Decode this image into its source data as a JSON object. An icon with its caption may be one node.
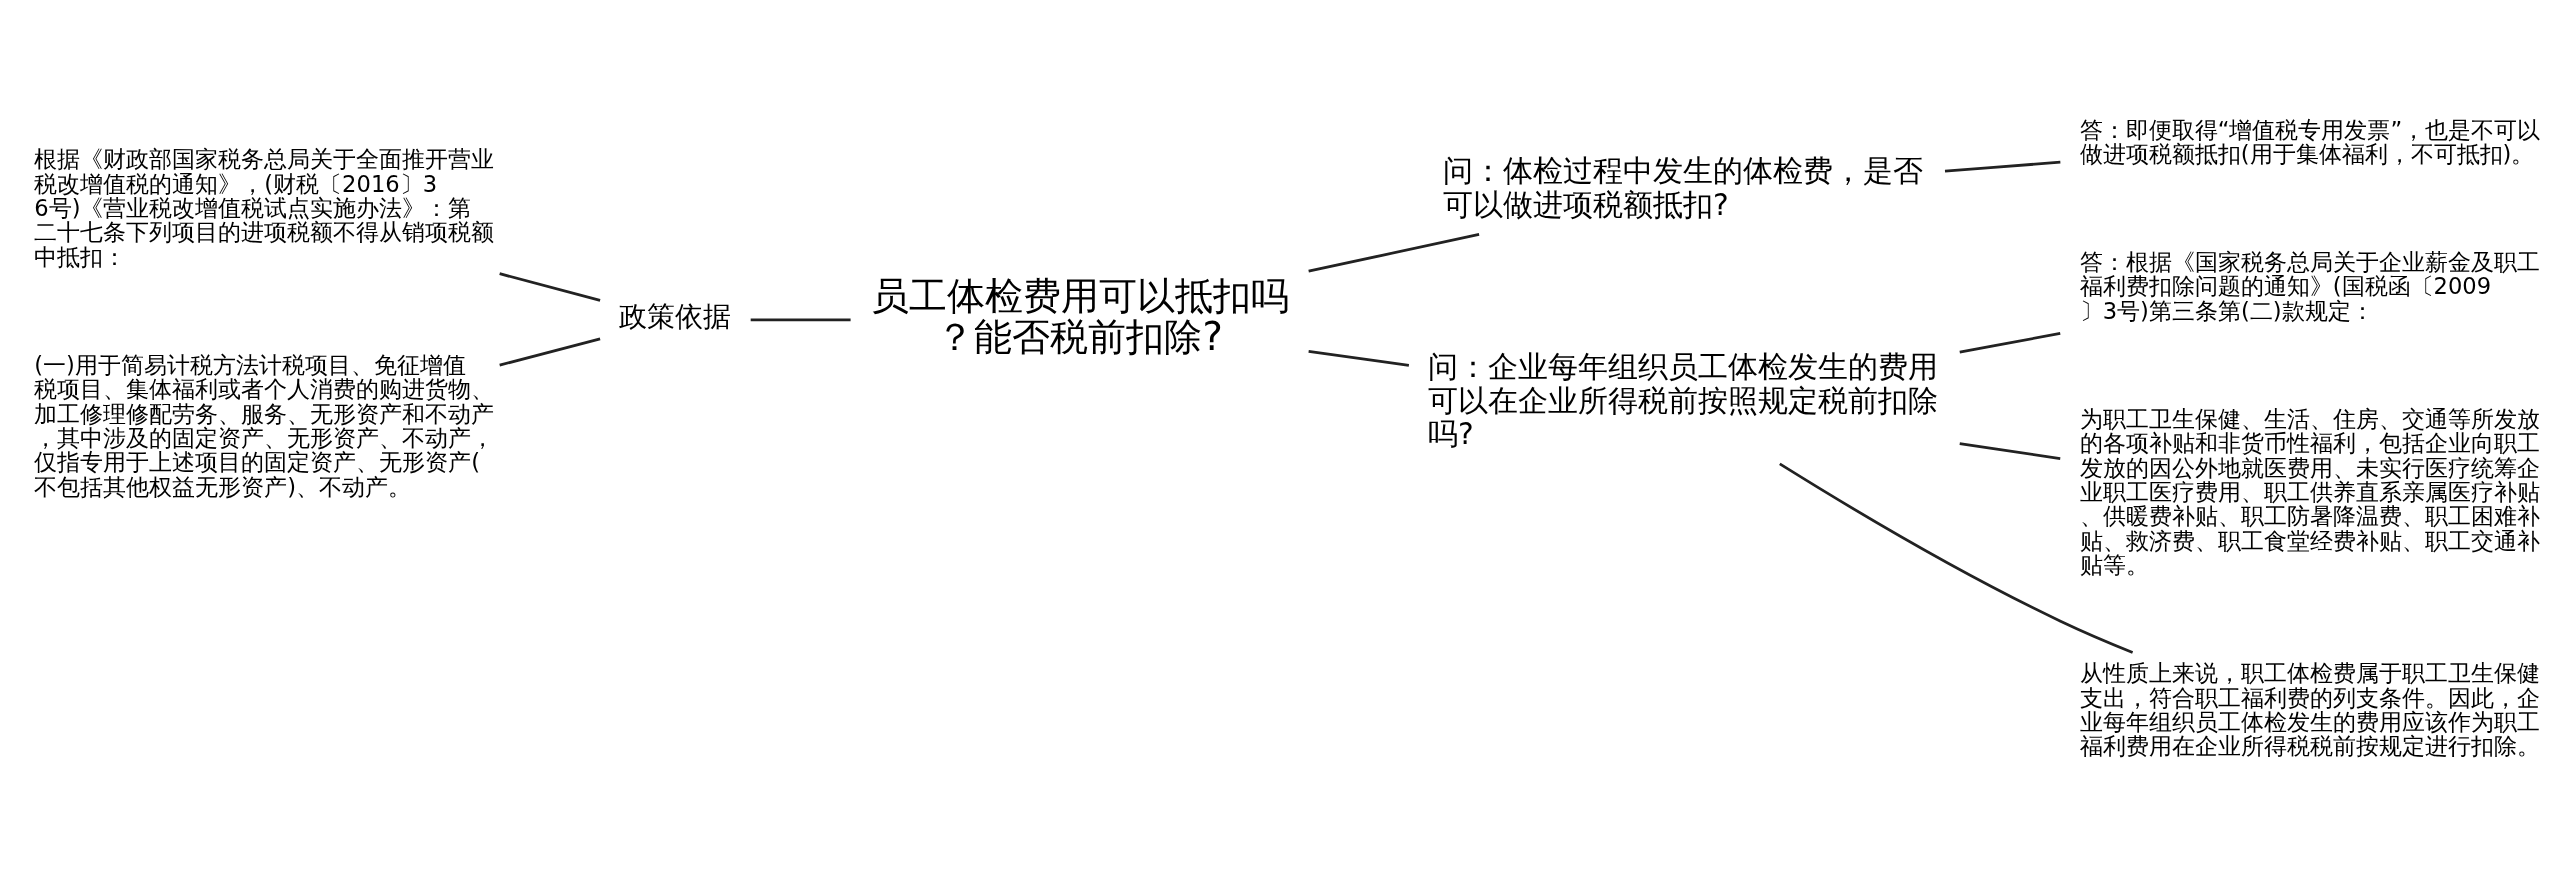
{
  "diagram": {
    "nodes": [
      {
        "text": [
          "员工体检费用可以抵扣吗？能否税前扣除?"
        ]
      },
      {
        "text": [
          "政策依据"
        ]
      },
      {
        "text": [
          "根据《财政部国家税务总局关于全面推开营业税改增值税的通知》，(财税〔2016〕36号)《营业税改增值税试点实施办法》：第二十七条下列项目的进项税额不得从销项税额中抵扣："
        ]
      },
      {
        "text": [
          "(一)用于简易计税方法计税项目、免征增值税项目、集体福利或者个人消费的购进货物、加工修理修配劳务、服务、无形资产和不动产，其中涉及的固定资产、无形资产、不动产，仅指专用于上述项目的固定资产、无形资产(不包括其他权益无形资产)、不动产。"
        ]
      },
      {
        "text": [
          "问：体检过程中发生的体检费，是否可以做进项税额抵扣?"
        ]
      },
      {
        "text": [
          "答：即便取得“增值税专用发票”，也是不可以做进项税额抵扣(用于集体福利，不可抵扣)。"
        ]
      },
      {
        "text": [
          "问：企业每年组织员工体检发生的费用可以在企业所得税前按照规定税前扣除吗?"
        ]
      },
      {
        "text": [
          "答：根据《国家税务总局关于企业薪金及职工福利费扣除问题的通知》(国税函〔2009〕3号)第三条第(二)款规定："
        ]
      },
      {
        "text": [
          "为职工卫生保健、生活、住房、交通等所发放的各项补贴和非货币性福利，包括企业向职工发放的因公外地就医费用、未实行医疗统筹企业职工医疗费用、职工供养直系亲属医疗补贴、供暖费补贴、职工防暑降温费、职工困难补贴、救济费、职工食堂经费补贴、职工交通补贴等。"
        ]
      },
      {
        "text": [
          "从性质上来说，职工体检费属于职工卫生保健支出，符合职工福利费的列支条件。因此，企业每年组织员工体检发生的费用应该作为职工福利费用在企业所得税税前按规定进行扣除。"
        ]
      }
    ],
    "edges": [
      {
        "from": 0,
        "to": 1,
        "arrow": "none"
      },
      {
        "from": 1,
        "to": 2,
        "arrow": "none"
      },
      {
        "from": 1,
        "to": 3,
        "arrow": "none"
      },
      {
        "from": 0,
        "to": 4,
        "arrow": "none"
      },
      {
        "from": 4,
        "to": 5,
        "arrow": "none"
      },
      {
        "from": 0,
        "to": 6,
        "arrow": "none"
      },
      {
        "from": 6,
        "to": 7,
        "arrow": "none"
      },
      {
        "from": 6,
        "to": 8,
        "arrow": "none"
      },
      {
        "from": 6,
        "to": 9,
        "arrow": "none"
      }
    ]
  }
}
